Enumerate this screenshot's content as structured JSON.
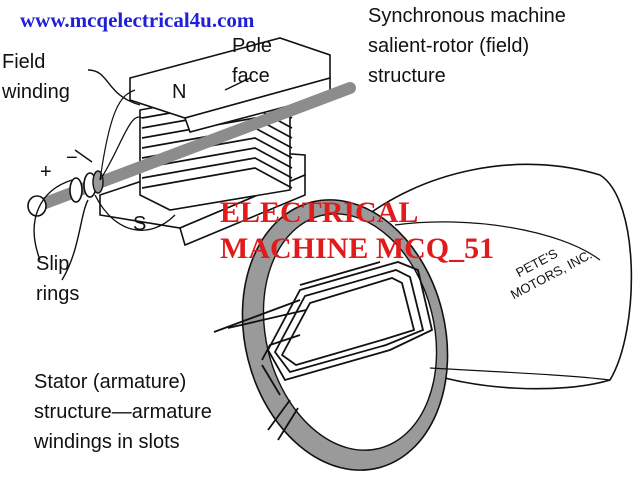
{
  "watermark": {
    "text": "www.mcqelectrical4u.com",
    "color": "#1f1fd6"
  },
  "overlay_title": {
    "line1": "ELECTRICAL",
    "line2": "MACHINE MCQ_51",
    "color": "#e01b1b"
  },
  "labels": {
    "synchronous_line1": "Synchronous machine",
    "synchronous_line2": "salient-rotor (field)",
    "synchronous_line3": "structure",
    "field_winding_line1": "Field",
    "field_winding_line2": "winding",
    "pole_face_line1": "Pole",
    "pole_face_line2": "face",
    "pole_n": "N",
    "pole_s": "S",
    "plus": "+",
    "minus": "−",
    "slip_rings_line1": "Slip",
    "slip_rings_line2": "rings",
    "stator_line1": "Stator (armature)",
    "stator_line2": "structure—armature",
    "stator_line3": "windings in slots",
    "brand_line1": "PETE'S",
    "brand_line2": "MOTORS, INC."
  },
  "colors": {
    "stator_ring": "#9a9a9a",
    "shaft": "#8c8c8c",
    "ink": "#111111"
  }
}
